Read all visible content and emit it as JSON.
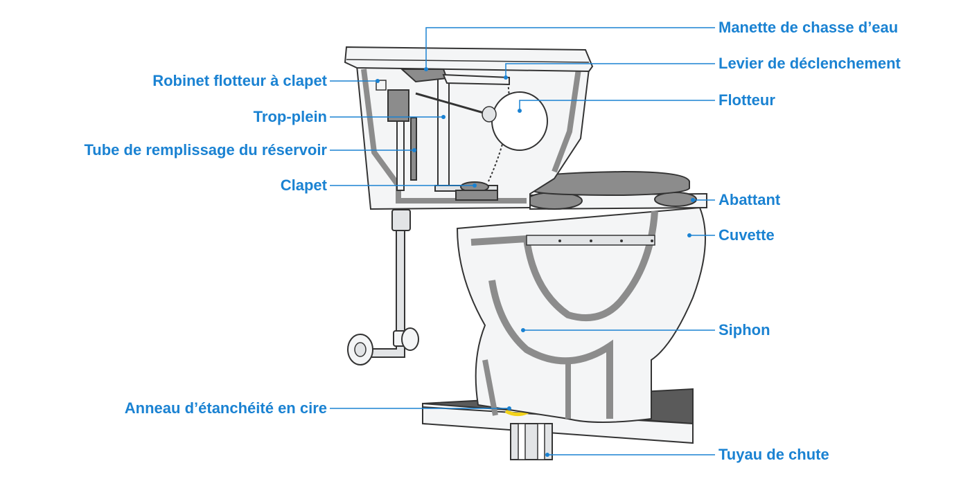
{
  "colors": {
    "accent": "#1a82d2",
    "outline": "#3a3a3a",
    "porcelain": "#f4f5f6",
    "porcelain_shade": "#e2e4e6",
    "cut_gray": "#8c8c8c",
    "floor": "#5a5a5a",
    "wax": "#f2d21a"
  },
  "labels_left": [
    "Robinet flotteur à clapet",
    "Trop-plein",
    "Tube de remplissage du réservoir",
    "Clapet",
    "Anneau d’étanchéité en cire"
  ],
  "labels_right": [
    "Manette de chasse d’eau",
    "Levier de déclenchement",
    "Flotteur",
    "Abattant",
    "Cuvette",
    "Siphon",
    "Tuyau de chute"
  ]
}
